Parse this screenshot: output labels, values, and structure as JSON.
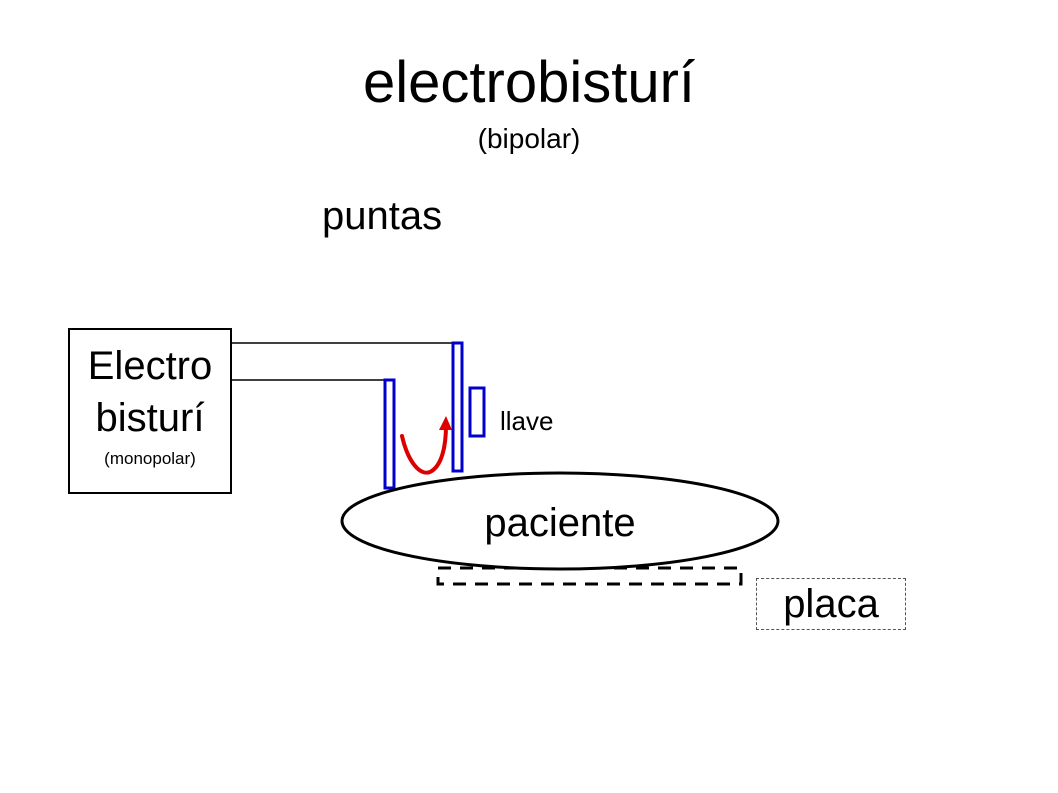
{
  "title": "electrobisturí",
  "subtitle": "(bipolar)",
  "labels": {
    "tips": "puntas",
    "switch": "llave",
    "patient": "paciente",
    "plate": "placa"
  },
  "device": {
    "line1": "Electro",
    "line2": "bisturí",
    "line3": "(monopolar)"
  },
  "colors": {
    "electrode": "#0000cc",
    "arc": "#dd0000",
    "line": "#000000"
  }
}
